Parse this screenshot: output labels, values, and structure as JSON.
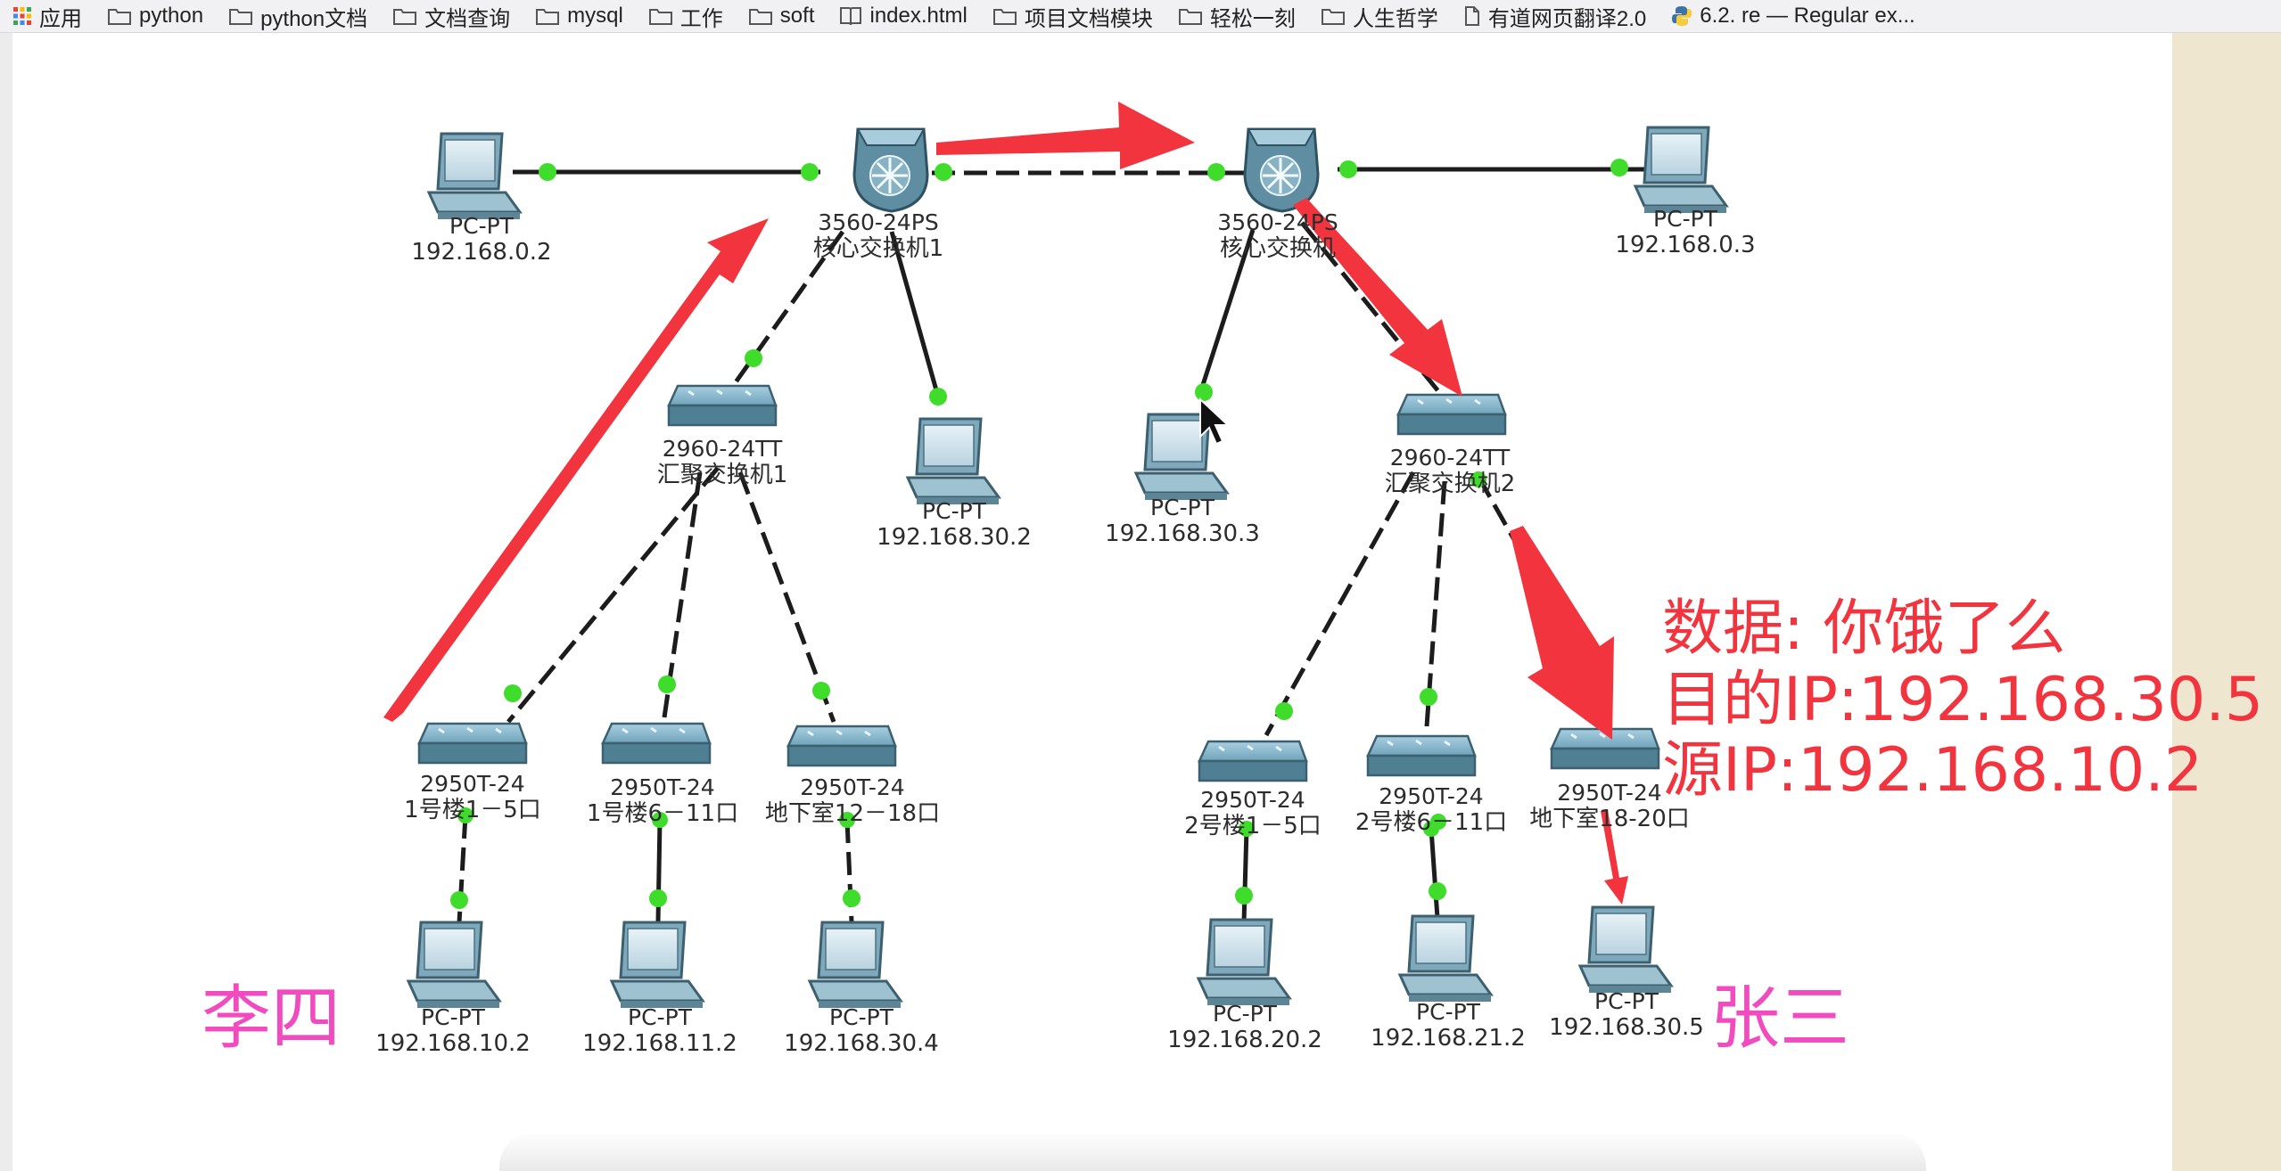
{
  "bookmarks": [
    {
      "label": "应用",
      "icon": "apps-grid-icon"
    },
    {
      "label": "python",
      "icon": "folder-icon"
    },
    {
      "label": "python文档",
      "icon": "folder-icon"
    },
    {
      "label": "文档查询",
      "icon": "folder-icon"
    },
    {
      "label": "mysql",
      "icon": "folder-icon"
    },
    {
      "label": "工作",
      "icon": "folder-icon"
    },
    {
      "label": "soft",
      "icon": "folder-icon"
    },
    {
      "label": "index.html",
      "icon": "book-icon"
    },
    {
      "label": "项目文档模块",
      "icon": "folder-icon"
    },
    {
      "label": "轻松一刻",
      "icon": "folder-icon"
    },
    {
      "label": "人生哲学",
      "icon": "folder-icon"
    },
    {
      "label": "有道网页翻译2.0",
      "icon": "page-icon"
    },
    {
      "label": "6.2. re — Regular ex...",
      "icon": "python-logo-icon"
    }
  ],
  "topology": {
    "core1": {
      "model": "3560-24PS",
      "name": "核心交换机1"
    },
    "core2": {
      "model": "3560-24PS",
      "name": "核心交换机"
    },
    "agg1": {
      "model": "2960-24TT",
      "name": "汇聚交换机1"
    },
    "agg2": {
      "model": "2960-24TT",
      "name": "汇聚交换机2"
    },
    "acc1": {
      "model": "2950T-24",
      "name": "1号楼1－5口"
    },
    "acc2": {
      "model": "2950T-24",
      "name": "1号楼6－11口"
    },
    "acc3": {
      "model": "2950T-24",
      "name": "地下室12－18口"
    },
    "acc4": {
      "model": "2950T-24",
      "name": "2号楼1－5口"
    },
    "acc5": {
      "model": "2950T-24",
      "name": "2号楼6－11口"
    },
    "acc6": {
      "model": "2950T-24",
      "name": "地下室18-20口"
    },
    "pcs": [
      {
        "type": "PC-PT",
        "ip": "192.168.0.2"
      },
      {
        "type": "PC-PT",
        "ip": "192.168.0.3"
      },
      {
        "type": "PC-PT",
        "ip": "192.168.30.2"
      },
      {
        "type": "PC-PT",
        "ip": "192.168.30.3"
      },
      {
        "type": "PC-PT",
        "ip": "192.168.10.2"
      },
      {
        "type": "PC-PT",
        "ip": "192.168.11.2"
      },
      {
        "type": "PC-PT",
        "ip": "192.168.30.4"
      },
      {
        "type": "PC-PT",
        "ip": "192.168.20.2"
      },
      {
        "type": "PC-PT",
        "ip": "192.168.21.2"
      },
      {
        "type": "PC-PT",
        "ip": "192.168.30.5"
      }
    ]
  },
  "annotations": {
    "data_line": "数据: 你饿了么",
    "dest_line": "目的IP:192.168.30.5",
    "src_line": "源IP:192.168.10.2",
    "sender": "李四",
    "receiver": "张三",
    "arrow_color": "#f2343f",
    "name_color": "#f04cc0"
  }
}
